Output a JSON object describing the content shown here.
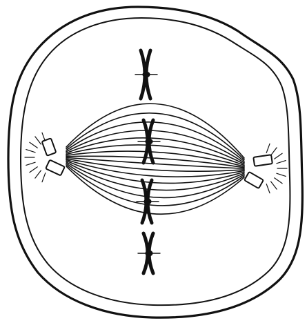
{
  "diagram": {
    "subject": "animal-cell-metaphase",
    "line_color": "#111111",
    "background_color": "#ffffff",
    "chromosome_count": 4,
    "centriole_pairs": 2,
    "text_labels": []
  }
}
